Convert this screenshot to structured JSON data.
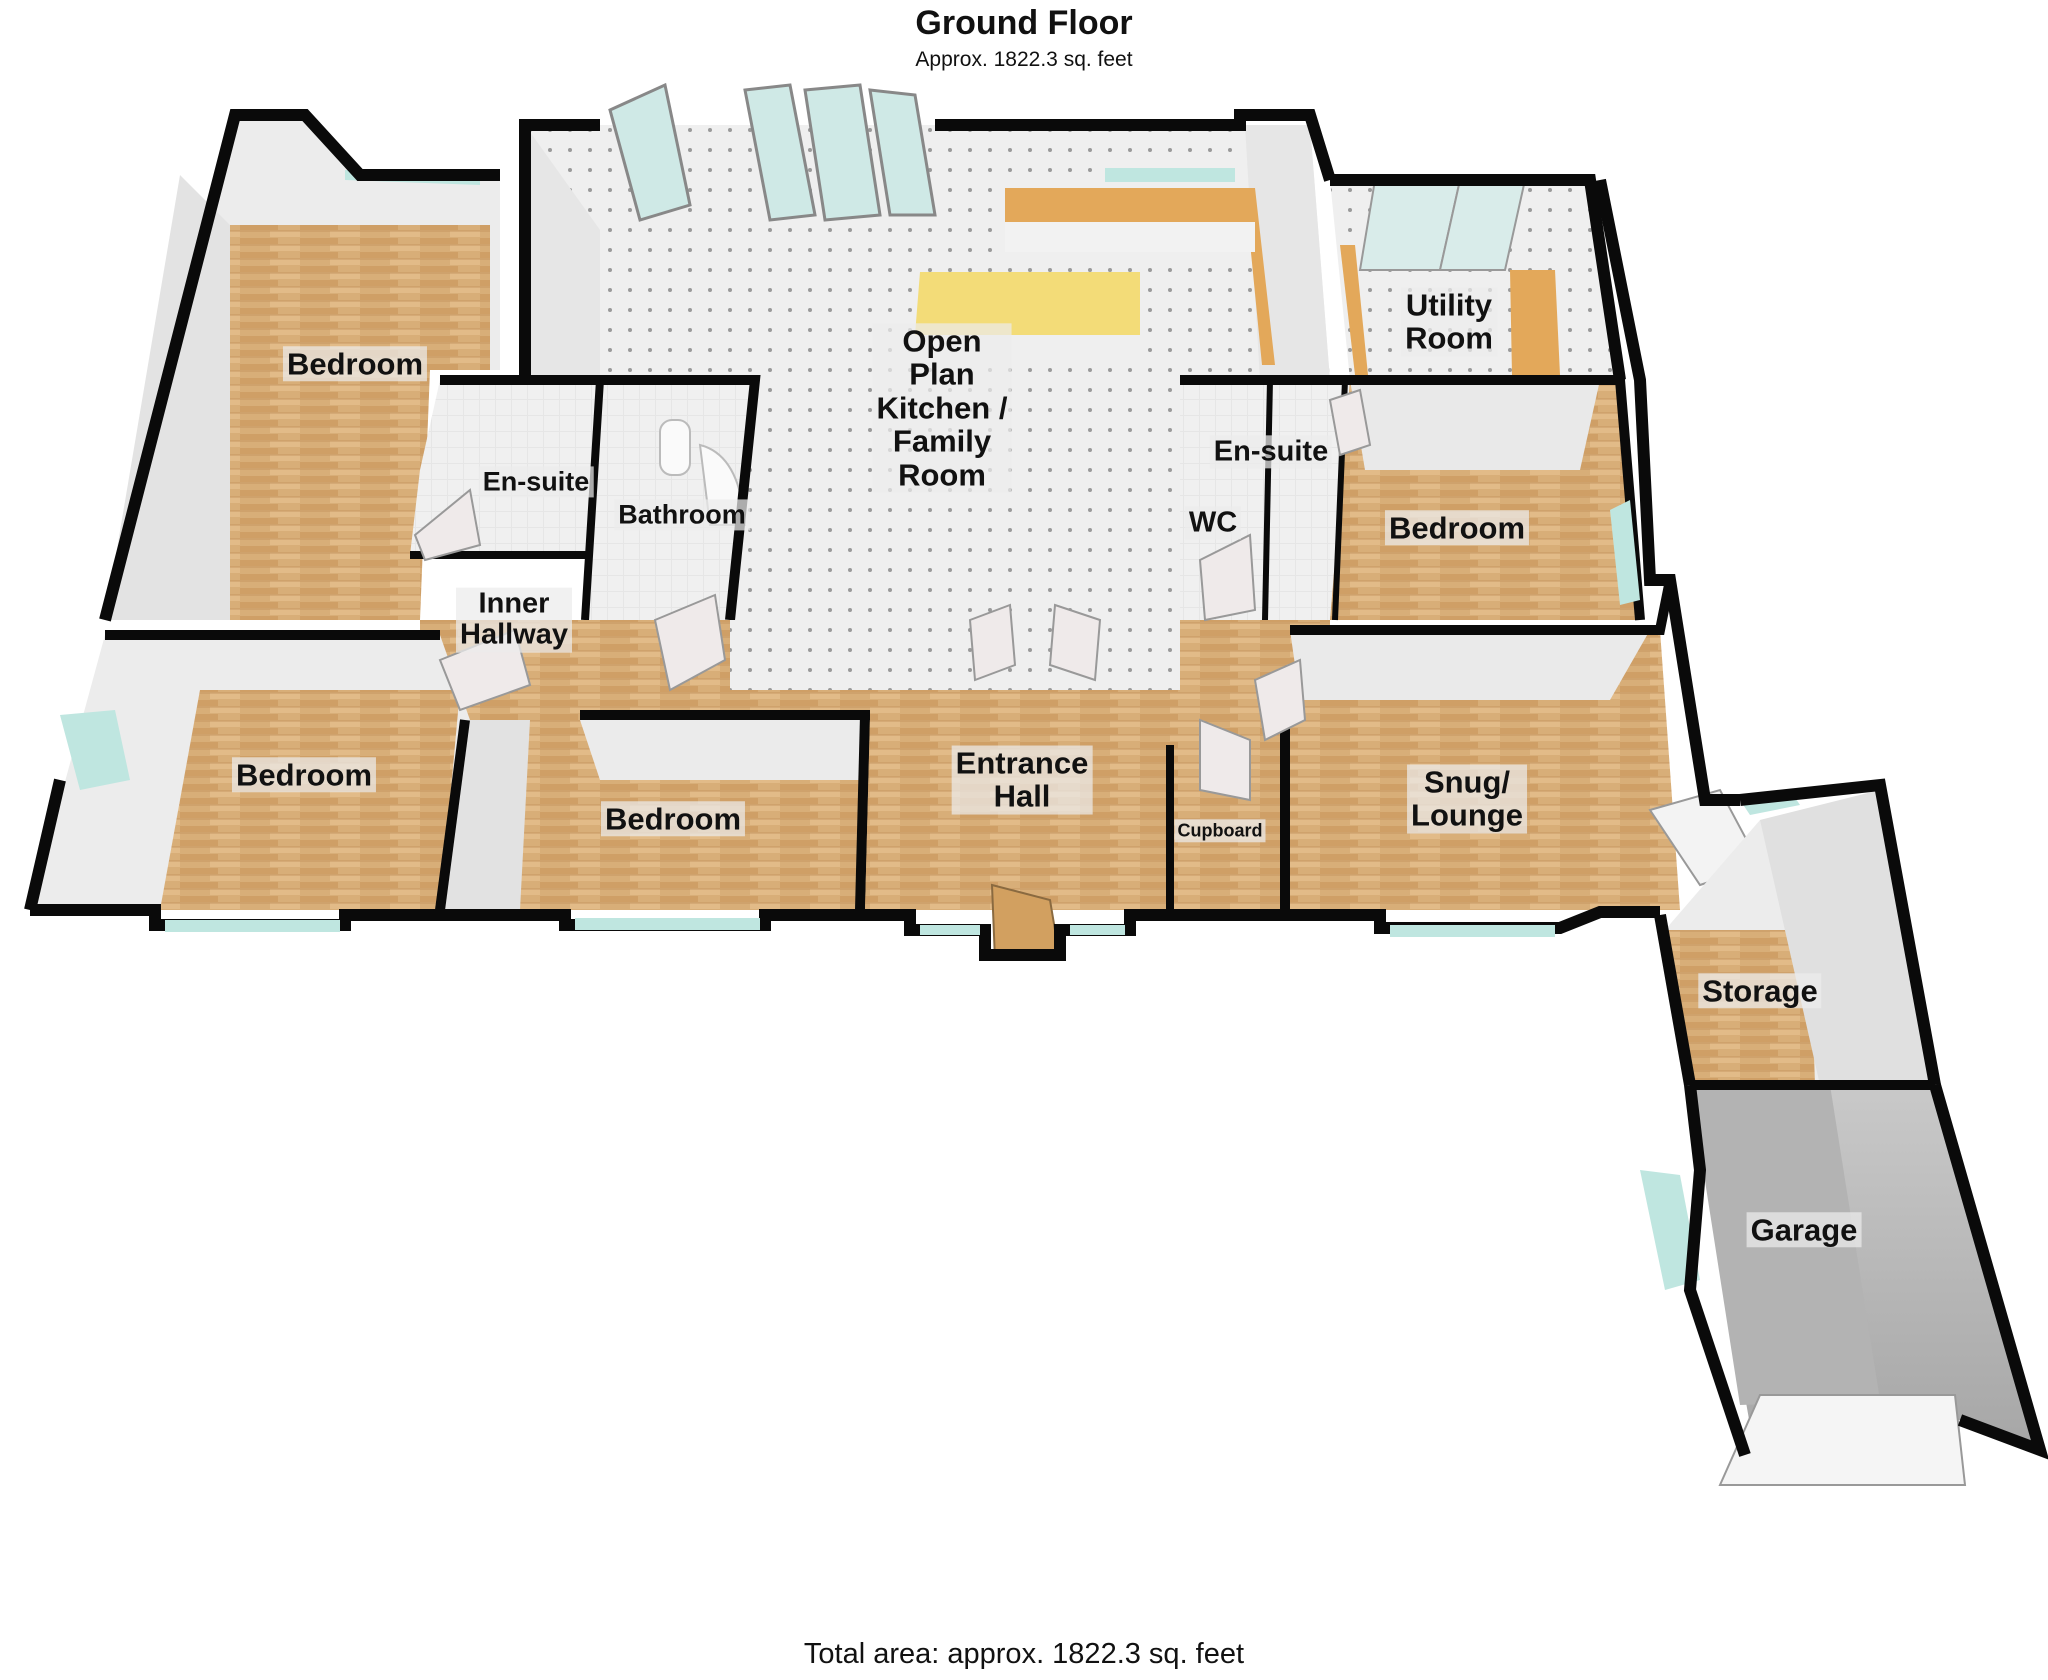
{
  "header": {
    "title": "Ground Floor",
    "subtitle": "Approx. 1822.3 sq. feet"
  },
  "footer": {
    "total": "Total area: approx. 1822.3 sq. feet"
  },
  "rooms": {
    "bedroom_1": "Bedroom",
    "ensuite_1": "En-suite",
    "bathroom": "Bathroom",
    "inner_hallway": "Inner\nHallway",
    "kitchen": "Open\nPlan\nKitchen /\nFamily\nRoom",
    "utility": "Utility\nRoom",
    "ensuite_2": "En-suite",
    "wc": "WC",
    "bedroom_2": "Bedroom",
    "bedroom_3": "Bedroom",
    "bedroom_4": "Bedroom",
    "entrance_hall": "Entrance\nHall",
    "cupboard": "Cupboard",
    "snug": "Snug/\nLounge",
    "storage": "Storage",
    "garage": "Garage"
  },
  "colors": {
    "wood_floor": "#d8ae78",
    "wood_floor_dark": "#c49460",
    "tile_floor": "#ededed",
    "tile_dot": "#9a9a9a",
    "wall": "#0a0a0a",
    "wall_inner": "#e4e4e4",
    "kitchen_counter": "#e3a85a",
    "island": "#f3dc78",
    "window_glass": "#bfe6e0",
    "garage_floor": "#bdbdbd"
  }
}
